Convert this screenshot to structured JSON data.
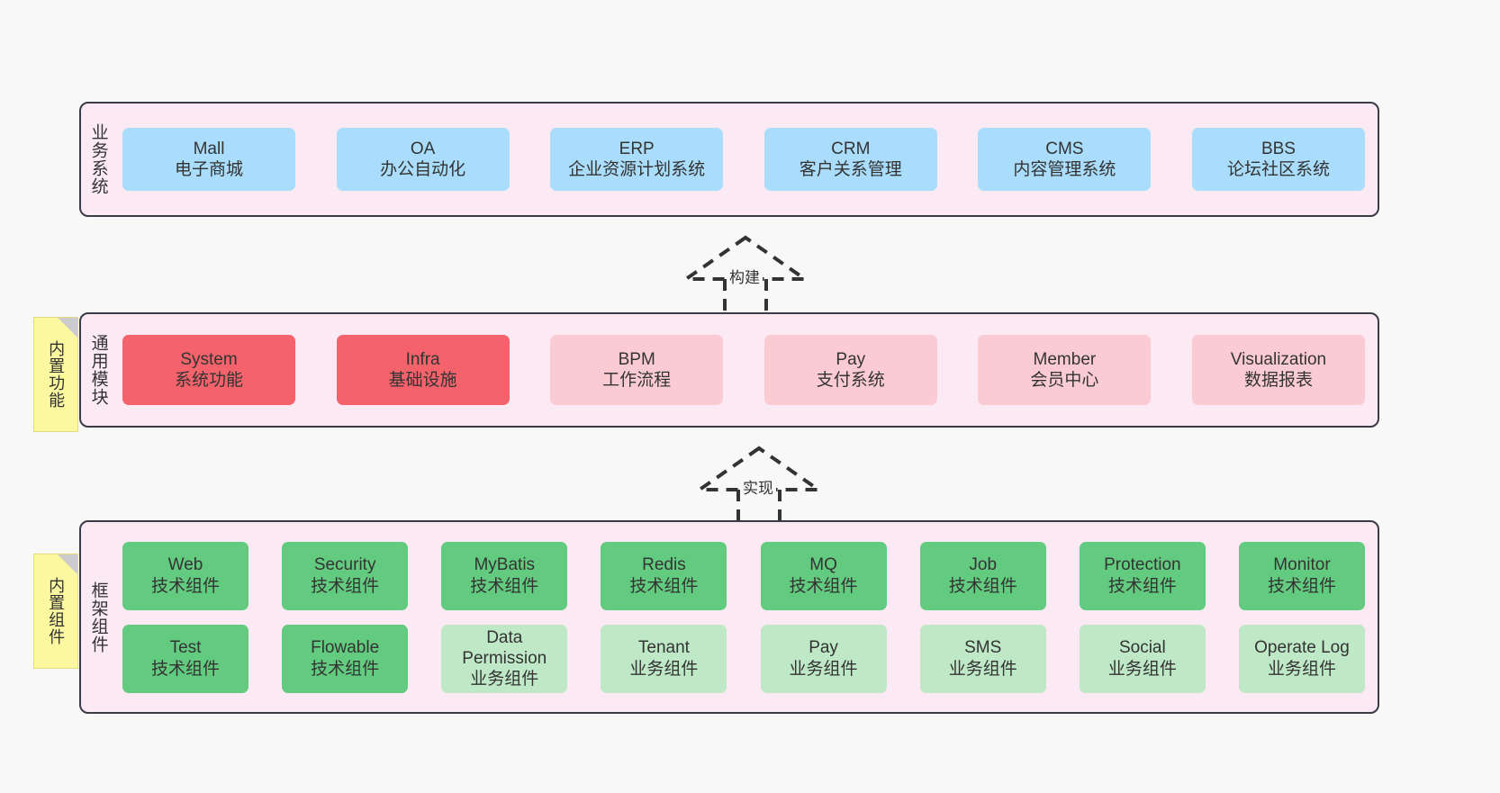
{
  "diagram": {
    "background": "#f8f8f8",
    "layers": [
      {
        "id": "business",
        "title": "业务系统",
        "rows": [
          {
            "cards": [
              {
                "en": "Mall",
                "cn": "电子商城",
                "color": "#aaddfb",
                "style": "c-blue"
              },
              {
                "en": "OA",
                "cn": "办公自动化",
                "color": "#aaddfb",
                "style": "c-blue"
              },
              {
                "en": "ERP",
                "cn": "企业资源计划系统",
                "color": "#aaddfb",
                "style": "c-blue"
              },
              {
                "en": "CRM",
                "cn": "客户关系管理",
                "color": "#aaddfb",
                "style": "c-blue"
              },
              {
                "en": "CMS",
                "cn": "内容管理系统",
                "color": "#aaddfb",
                "style": "c-blue"
              },
              {
                "en": "BBS",
                "cn": "论坛社区系统",
                "color": "#aaddfb",
                "style": "c-blue"
              }
            ]
          }
        ]
      },
      {
        "id": "common",
        "title": "通用模块",
        "note": "内置功能",
        "rows": [
          {
            "cards": [
              {
                "en": "System",
                "cn": "系统功能",
                "color": "#f4636b",
                "style": "c-red"
              },
              {
                "en": "Infra",
                "cn": "基础设施",
                "color": "#f4636b",
                "style": "c-red"
              },
              {
                "en": "BPM",
                "cn": "工作流程",
                "color": "#fbcbd4",
                "style": "c-pink"
              },
              {
                "en": "Pay",
                "cn": "支付系统",
                "color": "#fbcbd4",
                "style": "c-pink"
              },
              {
                "en": "Member",
                "cn": "会员中心",
                "color": "#fbcbd4",
                "style": "c-pink"
              },
              {
                "en": "Visualization",
                "cn": "数据报表",
                "color": "#fbcbd4",
                "style": "c-pink"
              }
            ]
          }
        ]
      },
      {
        "id": "framework",
        "title": "框架组件",
        "note": "内置组件",
        "rows": [
          {
            "cards": [
              {
                "en": "Web",
                "cn": "技术组件",
                "color": "#63cb7f",
                "style": "c-green"
              },
              {
                "en": "Security",
                "cn": "技术组件",
                "color": "#63cb7f",
                "style": "c-green"
              },
              {
                "en": "MyBatis",
                "cn": "技术组件",
                "color": "#63cb7f",
                "style": "c-green"
              },
              {
                "en": "Redis",
                "cn": "技术组件",
                "color": "#63cb7f",
                "style": "c-green"
              },
              {
                "en": "MQ",
                "cn": "技术组件",
                "color": "#63cb7f",
                "style": "c-green"
              },
              {
                "en": "Job",
                "cn": "技术组件",
                "color": "#63cb7f",
                "style": "c-green"
              },
              {
                "en": "Protection",
                "cn": "技术组件",
                "color": "#63cb7f",
                "style": "c-green"
              },
              {
                "en": "Monitor",
                "cn": "技术组件",
                "color": "#63cb7f",
                "style": "c-green"
              }
            ]
          },
          {
            "cards": [
              {
                "en": "Test",
                "cn": "技术组件",
                "color": "#63cb7f",
                "style": "c-green"
              },
              {
                "en": "Flowable",
                "cn": "技术组件",
                "color": "#63cb7f",
                "style": "c-green"
              },
              {
                "en": "Data Permission",
                "cn": "业务组件",
                "color": "#bfe8c7",
                "style": "c-lightgreen"
              },
              {
                "en": "Tenant",
                "cn": "业务组件",
                "color": "#bfe8c7",
                "style": "c-lightgreen"
              },
              {
                "en": "Pay",
                "cn": "业务组件",
                "color": "#bfe8c7",
                "style": "c-lightgreen"
              },
              {
                "en": "SMS",
                "cn": "业务组件",
                "color": "#bfe8c7",
                "style": "c-lightgreen"
              },
              {
                "en": "Social",
                "cn": "业务组件",
                "color": "#bfe8c7",
                "style": "c-lightgreen"
              },
              {
                "en": "Operate Log",
                "cn": "业务组件",
                "color": "#bfe8c7",
                "style": "c-lightgreen"
              }
            ]
          }
        ]
      }
    ],
    "connectors": [
      {
        "id": "build",
        "label": "构建",
        "from": "common",
        "to": "business"
      },
      {
        "id": "implement",
        "label": "实现",
        "from": "framework",
        "to": "common"
      }
    ]
  }
}
